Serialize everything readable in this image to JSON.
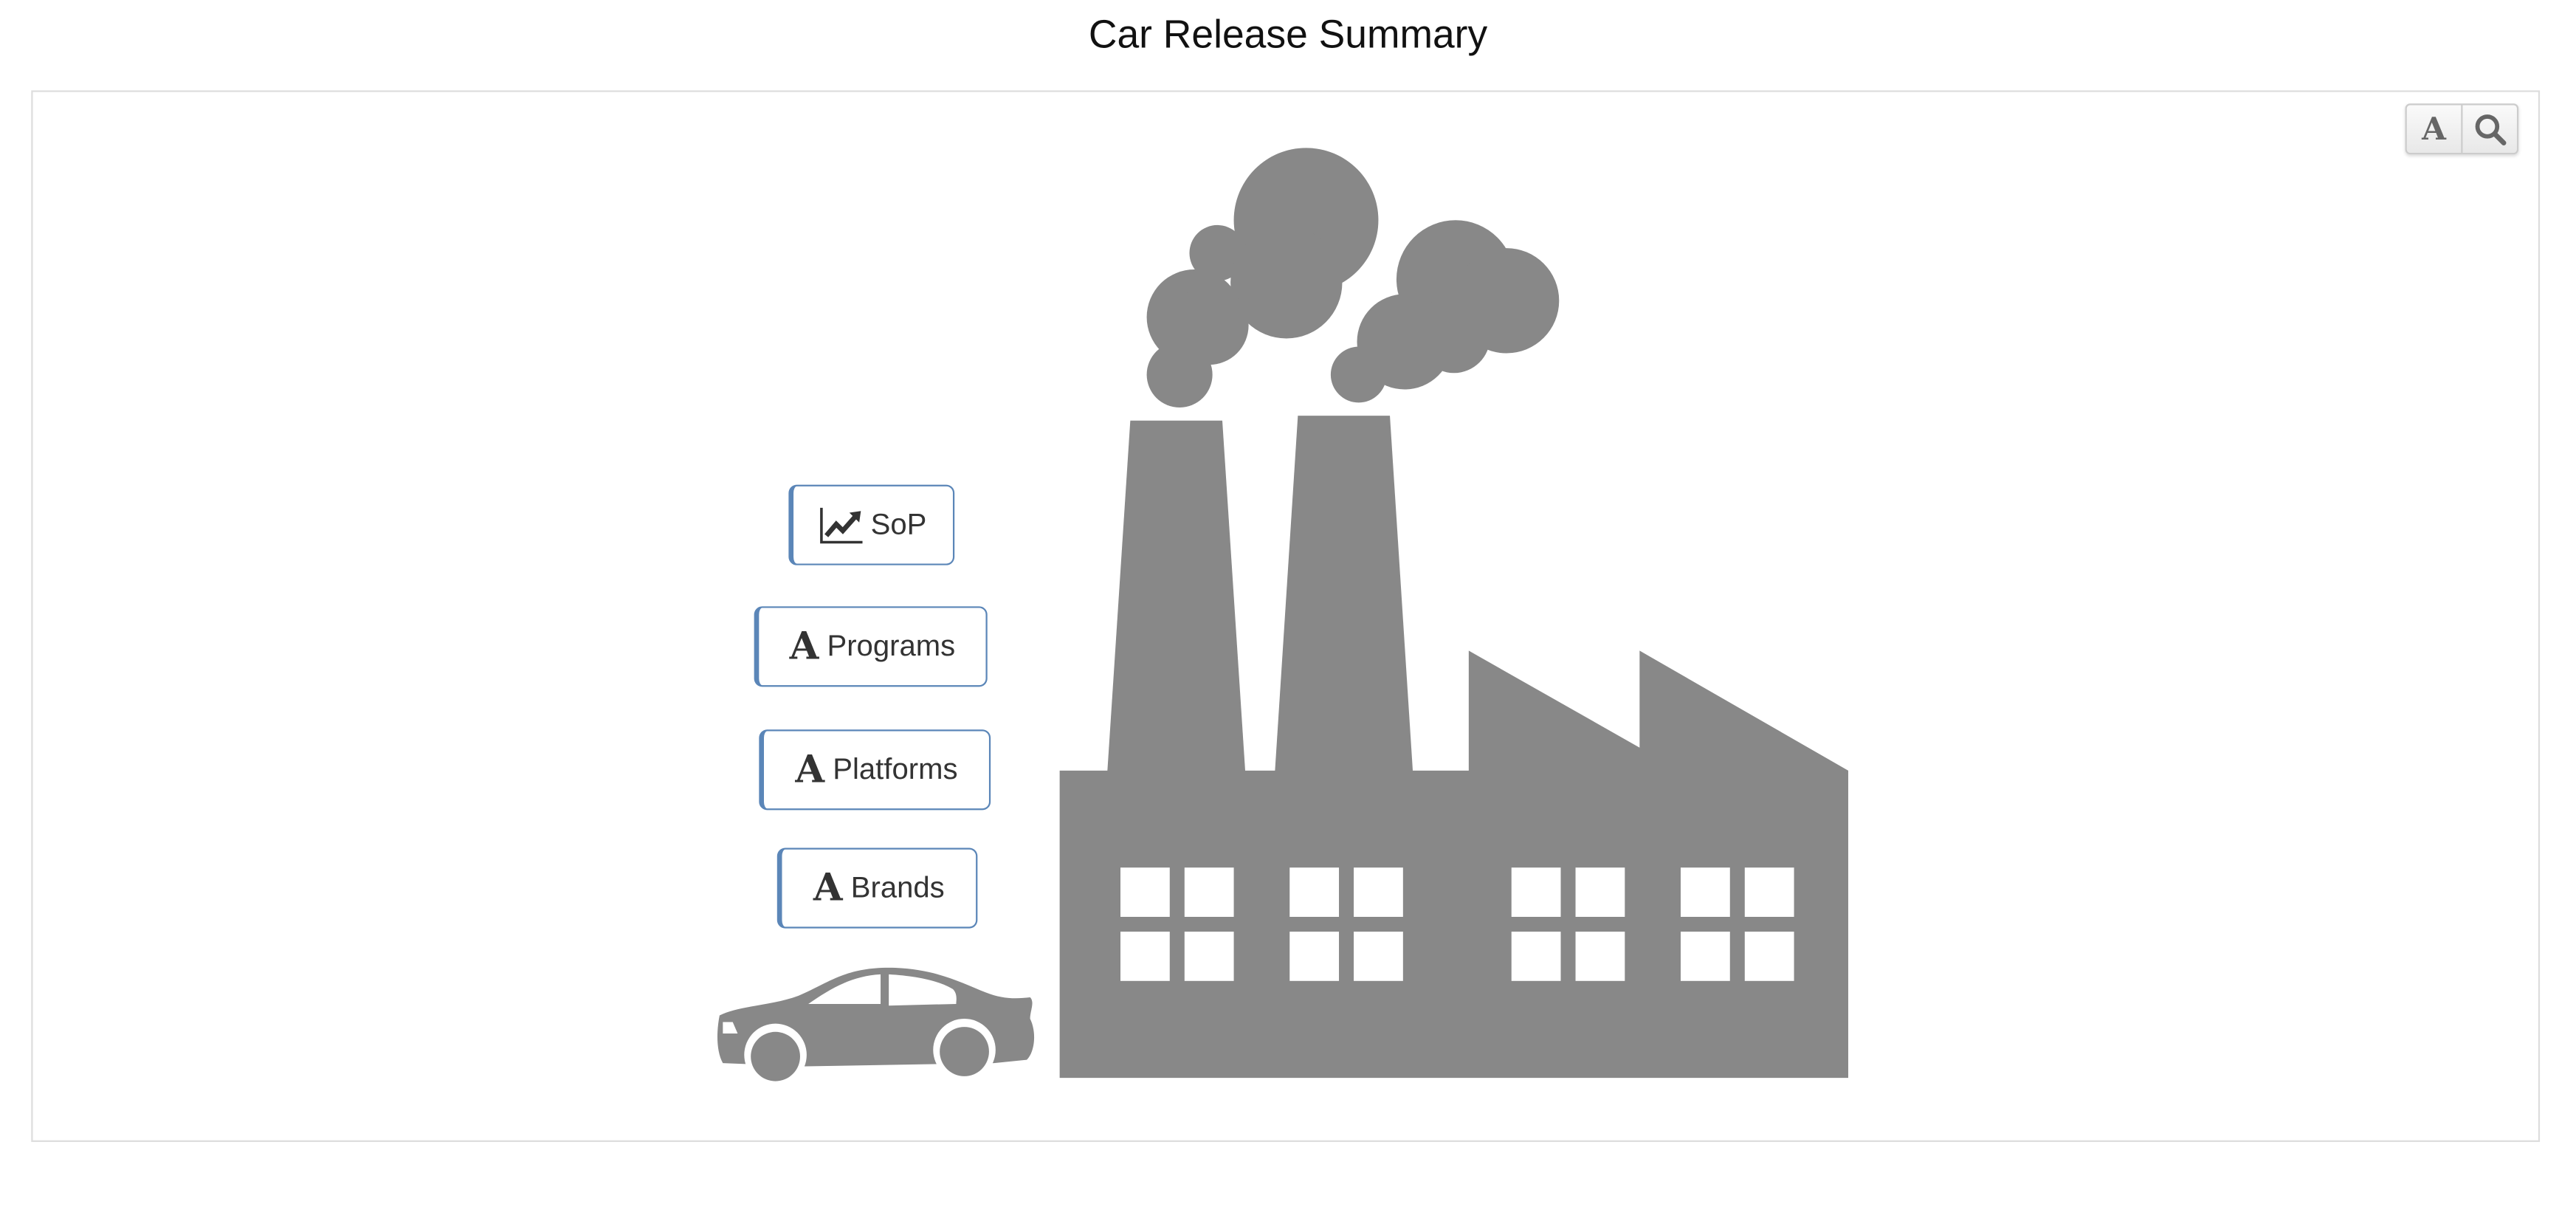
{
  "title": "Car Release Summary",
  "toolbar": {
    "font_icon": "A",
    "search_icon": "search-icon"
  },
  "buttons": [
    {
      "label": "SoP",
      "icon": "chart-line-icon"
    },
    {
      "label": "Programs",
      "icon": "font-icon",
      "icon_text": "A"
    },
    {
      "label": "Platforms",
      "icon": "font-icon",
      "icon_text": "A"
    },
    {
      "label": "Brands",
      "icon": "font-icon",
      "icon_text": "A"
    }
  ],
  "colors": {
    "accent": "#5b86b8",
    "illustration": "#888888"
  }
}
